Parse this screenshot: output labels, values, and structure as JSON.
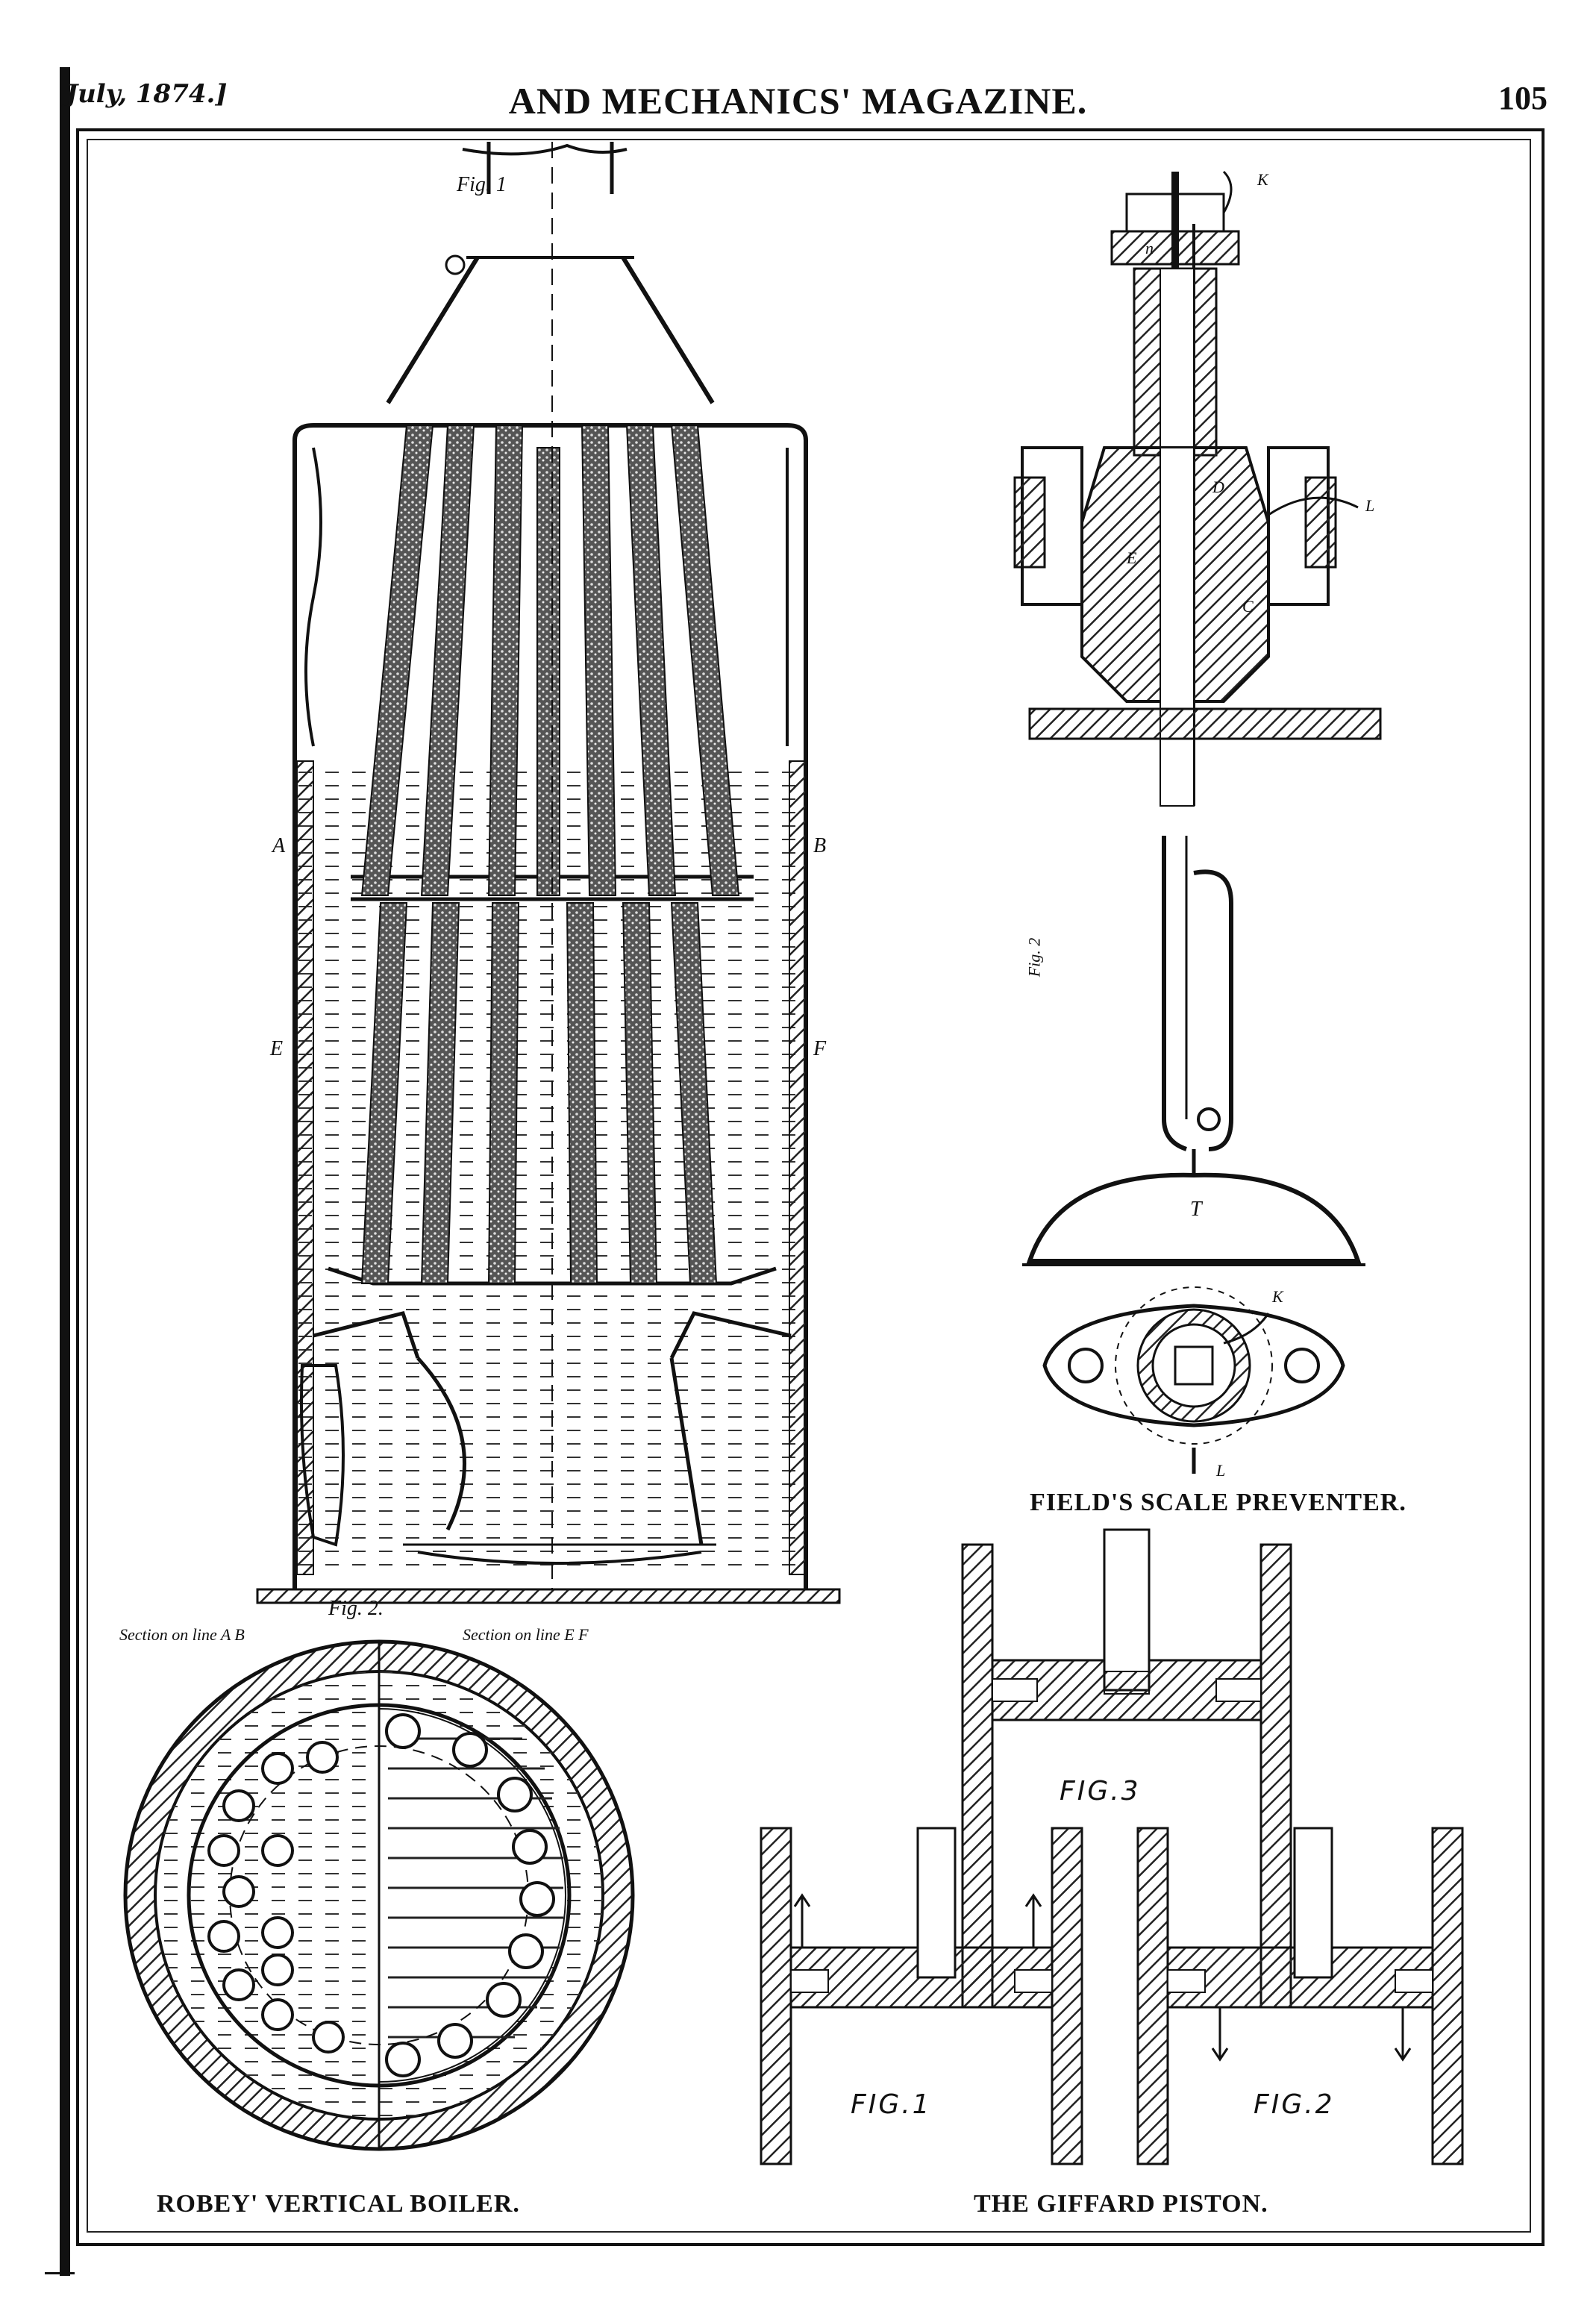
{
  "header": {
    "date": "July, 1874.]",
    "title": "AND MECHANICS' MAGAZINE.",
    "page_number": "105"
  },
  "boiler": {
    "fig1_label": "Fig. 1",
    "fig2_label": "Fig. 2.",
    "section_ab": "Section on line A B",
    "section_ef": "Section on line E F",
    "letters": {
      "A": "A",
      "B": "B",
      "E": "E",
      "F": "F"
    },
    "caption": "ROBEY' VERTICAL BOILER."
  },
  "scale_preventer": {
    "letters": {
      "K": "K",
      "n": "n",
      "D": "D",
      "L": "L",
      "C": "C",
      "E": "E",
      "T": "T"
    },
    "side_label": "Fig. 2",
    "caption": "FIELD'S SCALE PREVENTER."
  },
  "piston": {
    "fig1": "FIG.1",
    "fig2": "FIG.2",
    "fig3": "FIG.3",
    "caption": "THE GIFFARD PISTON."
  }
}
